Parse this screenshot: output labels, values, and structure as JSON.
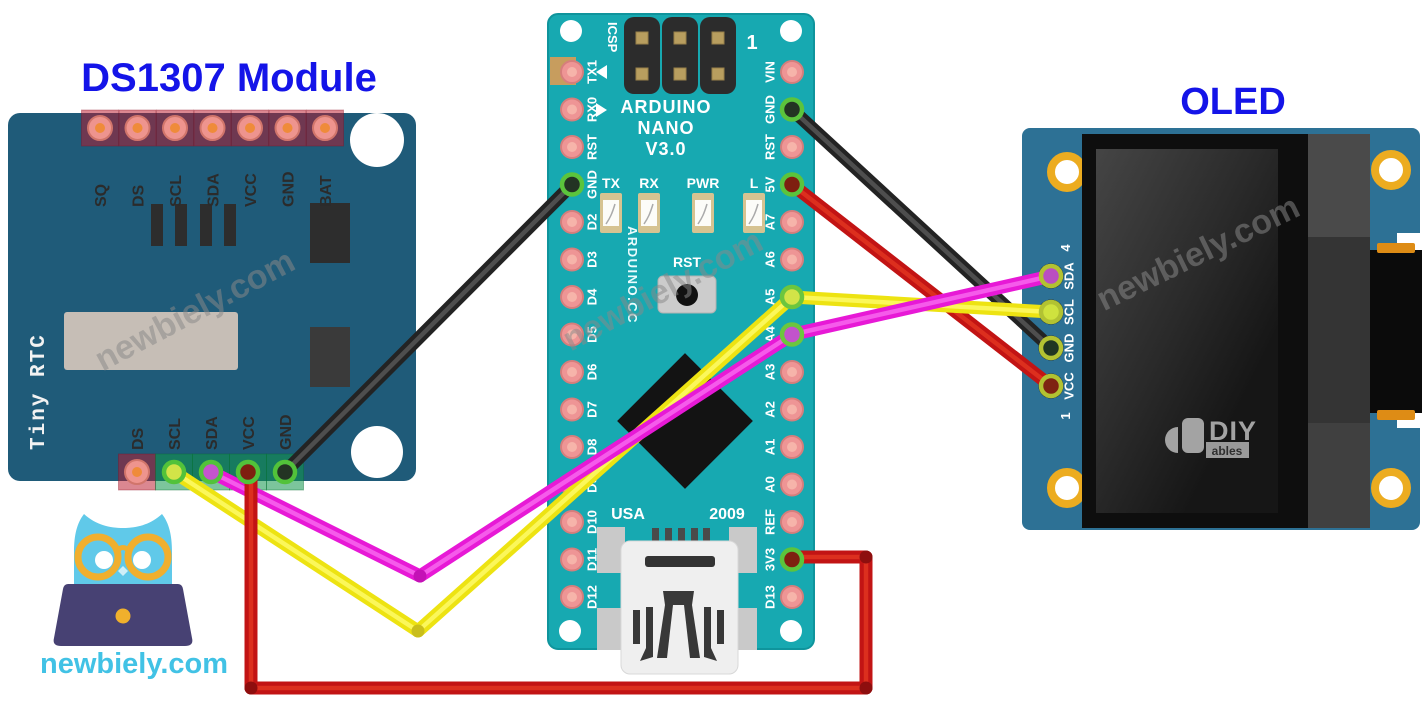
{
  "titles": {
    "ds1307": "DS1307 Module",
    "oled": "OLED",
    "title_color": "#1414e8"
  },
  "watermark": {
    "text": "newbiely.com"
  },
  "mascot": {
    "site_text": "newbiely.com"
  },
  "ds1307": {
    "top_pins": [
      "SQ",
      "DS",
      "SCL",
      "SDA",
      "VCC",
      "GND",
      "BAT"
    ],
    "bottom_pins": [
      "DS",
      "SCL",
      "SDA",
      "VCC",
      "GND"
    ],
    "side_label": "Tiny RTC"
  },
  "arduino": {
    "left_pins": [
      "TX1",
      "RX0",
      "RST",
      "GND",
      "D2",
      "D3",
      "D4",
      "D5",
      "D6",
      "D7",
      "D8",
      "D9",
      "D10",
      "D11",
      "D12"
    ],
    "right_pins": [
      "VIN",
      "GND",
      "RST",
      "5V",
      "A7",
      "A6",
      "A5",
      "A4",
      "A3",
      "A2",
      "A1",
      "A0",
      "REF",
      "3V3",
      "D13"
    ],
    "icsp_label": "ICSP",
    "pin1_marker": "1",
    "brand": [
      "ARDUINO",
      "NANO",
      "V3.0"
    ],
    "site": "ARDUINO.CC",
    "leds": [
      "TX",
      "RX",
      "PWR",
      "L"
    ],
    "reset_label": "RST",
    "usa": "USA",
    "year": "2009"
  },
  "oled": {
    "pins": [
      "SDA",
      "SCL",
      "GND",
      "VCC"
    ],
    "pin4_marker": "4",
    "pin1_marker": "1",
    "logo_main": "DIY",
    "logo_sub": "ables"
  },
  "connections": [
    {
      "from": "DS1307 GND",
      "to": "Arduino Nano GND",
      "color": "black"
    },
    {
      "from": "DS1307 SCL",
      "to": "Arduino Nano A5",
      "color": "yellow"
    },
    {
      "from": "DS1307 SDA",
      "to": "Arduino Nano A4",
      "color": "magenta"
    },
    {
      "from": "DS1307 VCC",
      "to": "Arduino Nano 3V3",
      "color": "red"
    },
    {
      "from": "Arduino Nano GND",
      "to": "OLED GND",
      "color": "black"
    },
    {
      "from": "Arduino Nano 5V",
      "to": "OLED VCC",
      "color": "red"
    },
    {
      "from": "Arduino Nano A5",
      "to": "OLED SCL",
      "color": "yellow"
    },
    {
      "from": "Arduino Nano A4",
      "to": "OLED SDA",
      "color": "magenta"
    }
  ],
  "colors": {
    "nano_board": "#17a9b1",
    "ds1307_board": "#1f5b79",
    "oled_board": "#2d7195",
    "wire_black": "#232323",
    "wire_red": "#c21414",
    "wire_yellow": "#ede312",
    "wire_magenta": "#e719d6",
    "highlight_green": "#52c23a",
    "pad_salmon": "#ee9595"
  }
}
